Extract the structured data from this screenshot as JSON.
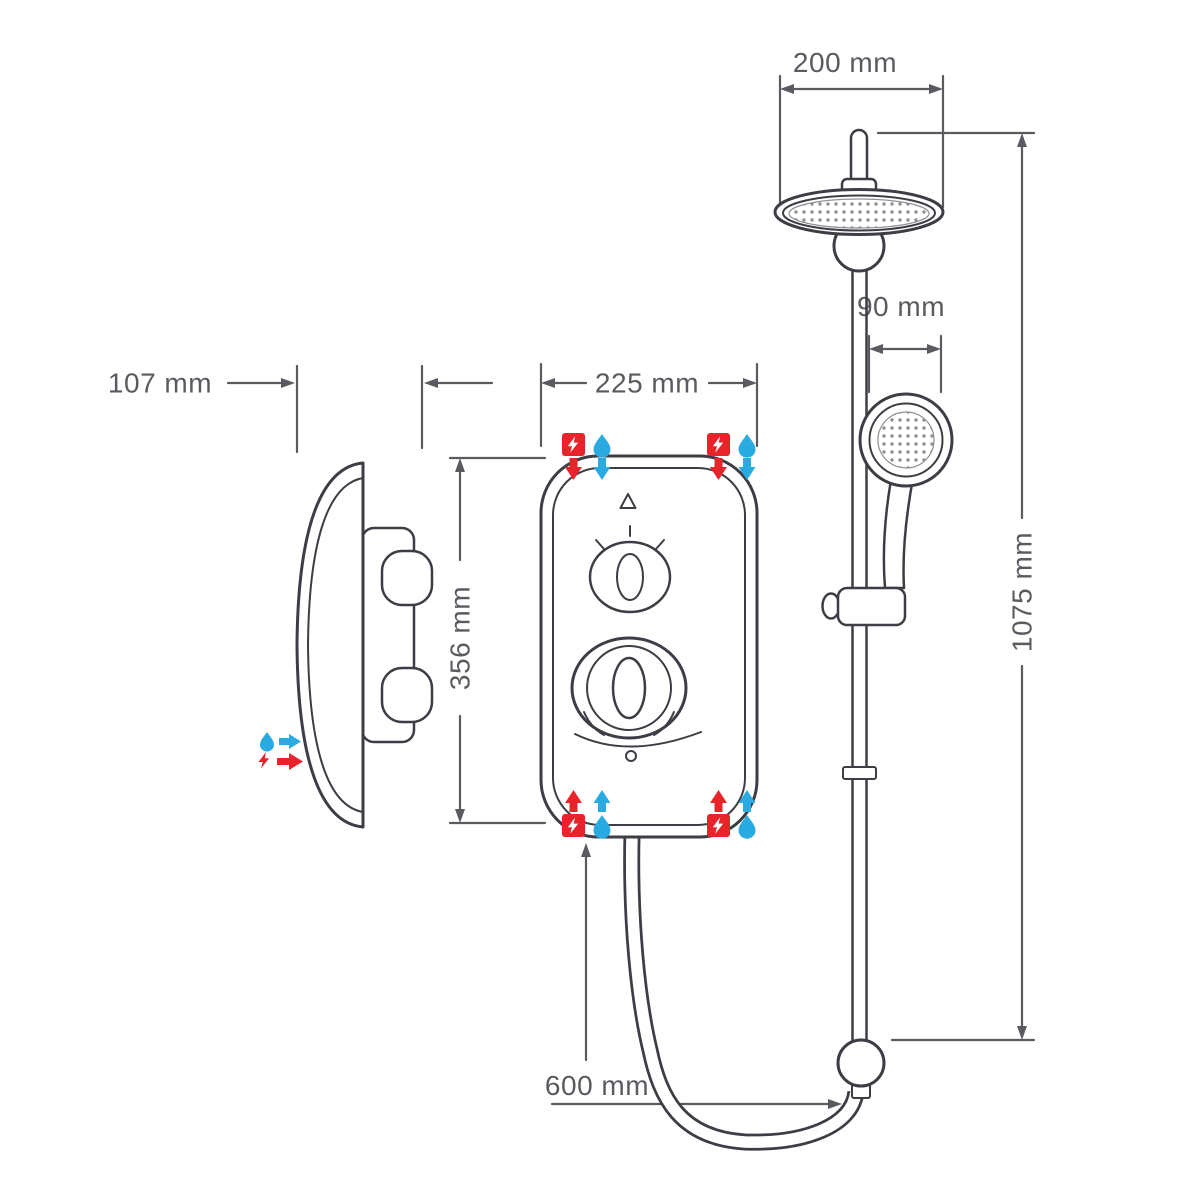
{
  "colors": {
    "outline": "#3d3d45",
    "dimension": "#5a5a61",
    "electric_red": "#e8232a",
    "water_blue": "#29abe2",
    "background": "#ffffff"
  },
  "dimensions": {
    "overhead_head_width": "200 mm",
    "handset_head_width": "90 mm",
    "unit_depth": "107 mm",
    "unit_width": "225 mm",
    "unit_height": "356 mm",
    "riser_rail_height": "1075 mm",
    "hose_length": "600 mm"
  },
  "icons": {
    "electric_inlet": "lightning-bolt",
    "water_inlet": "water-drop"
  }
}
